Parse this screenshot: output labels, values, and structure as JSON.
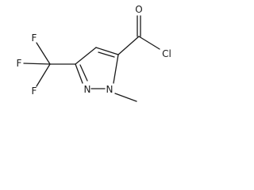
{
  "molecule": {
    "atoms": {
      "f_top": "F",
      "f_left": "F",
      "f_bottom": "F",
      "n2": "N",
      "n1": "N",
      "o": "O",
      "cl": "Cl"
    }
  }
}
